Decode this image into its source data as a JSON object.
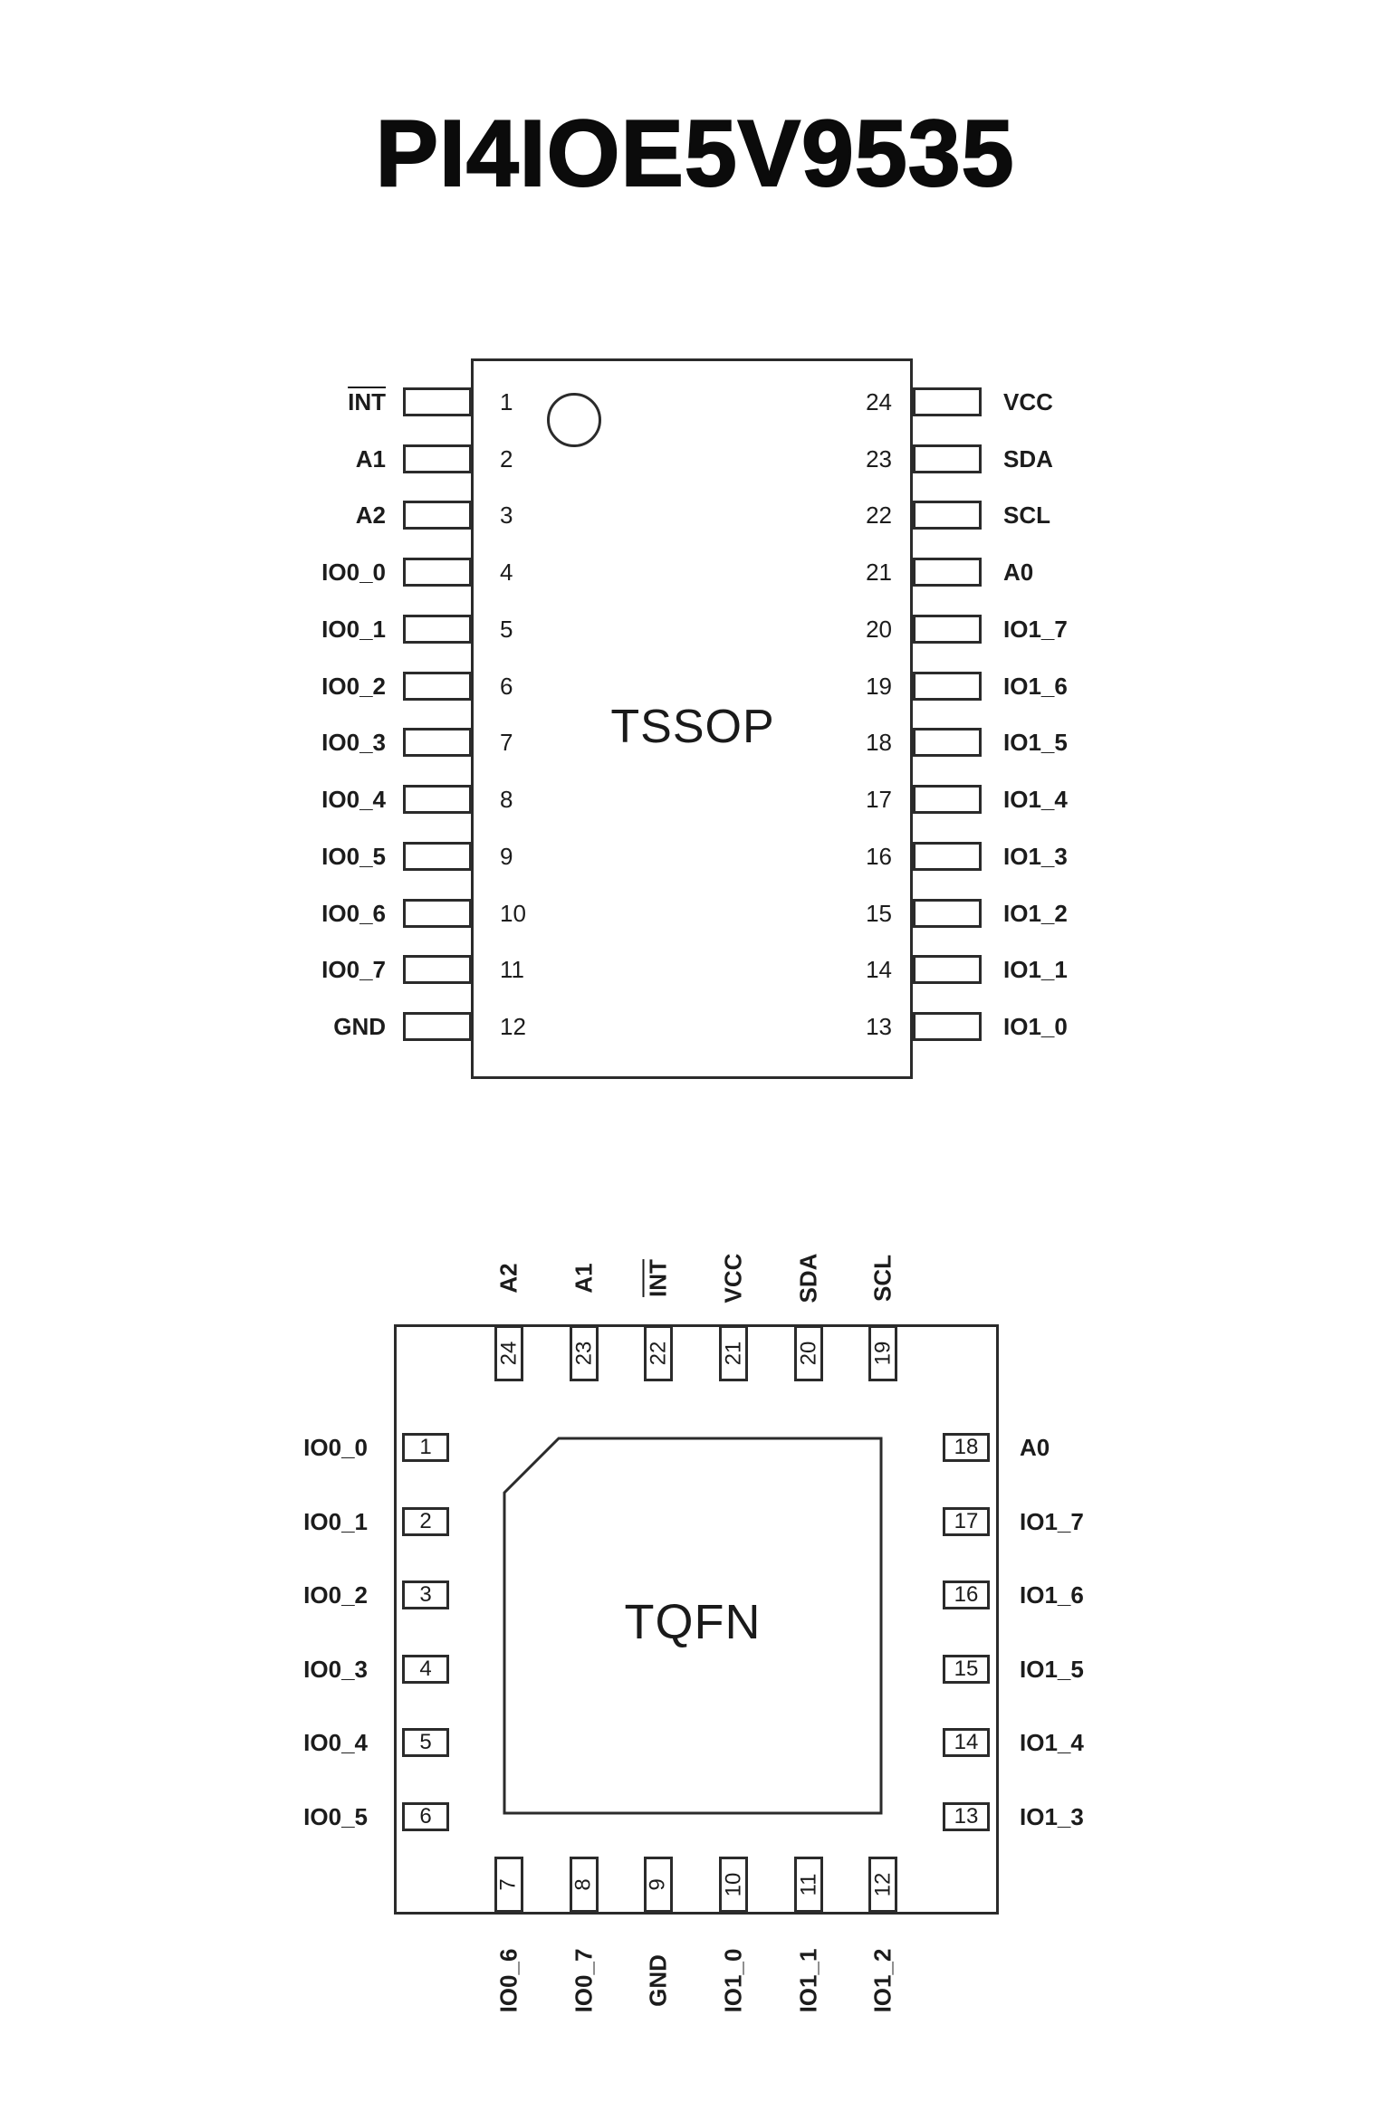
{
  "title": "PI4IOE5V9535",
  "colors": {
    "ink": "#1c1c1c",
    "line": "#2b2b2b",
    "background": "#ffffff"
  },
  "tssop": {
    "label": "TSSOP",
    "left_pins": [
      {
        "num": "1",
        "label": "INT",
        "overline": true
      },
      {
        "num": "2",
        "label": "A1",
        "overline": false
      },
      {
        "num": "3",
        "label": "A2",
        "overline": false
      },
      {
        "num": "4",
        "label": "IO0_0",
        "overline": false
      },
      {
        "num": "5",
        "label": "IO0_1",
        "overline": false
      },
      {
        "num": "6",
        "label": "IO0_2",
        "overline": false
      },
      {
        "num": "7",
        "label": "IO0_3",
        "overline": false
      },
      {
        "num": "8",
        "label": "IO0_4",
        "overline": false
      },
      {
        "num": "9",
        "label": "IO0_5",
        "overline": false
      },
      {
        "num": "10",
        "label": "IO0_6",
        "overline": false
      },
      {
        "num": "11",
        "label": "IO0_7",
        "overline": false
      },
      {
        "num": "12",
        "label": "GND",
        "overline": false
      }
    ],
    "right_pins": [
      {
        "num": "24",
        "label": "VCC"
      },
      {
        "num": "23",
        "label": "SDA"
      },
      {
        "num": "22",
        "label": "SCL"
      },
      {
        "num": "21",
        "label": "A0"
      },
      {
        "num": "20",
        "label": "IO1_7"
      },
      {
        "num": "19",
        "label": "IO1_6"
      },
      {
        "num": "18",
        "label": "IO1_5"
      },
      {
        "num": "17",
        "label": "IO1_4"
      },
      {
        "num": "16",
        "label": "IO1_3"
      },
      {
        "num": "15",
        "label": "IO1_2"
      },
      {
        "num": "14",
        "label": "IO1_1"
      },
      {
        "num": "13",
        "label": "IO1_0"
      }
    ]
  },
  "tqfn": {
    "label": "TQFN",
    "top_pins": [
      {
        "num": "24",
        "label": "A2",
        "overline": false
      },
      {
        "num": "23",
        "label": "A1",
        "overline": false
      },
      {
        "num": "22",
        "label": "INT",
        "overline": true
      },
      {
        "num": "21",
        "label": "VCC",
        "overline": false
      },
      {
        "num": "20",
        "label": "SDA",
        "overline": false
      },
      {
        "num": "19",
        "label": "SCL",
        "overline": false
      }
    ],
    "left_pins": [
      {
        "num": "1",
        "label": "IO0_0"
      },
      {
        "num": "2",
        "label": "IO0_1"
      },
      {
        "num": "3",
        "label": "IO0_2"
      },
      {
        "num": "4",
        "label": "IO0_3"
      },
      {
        "num": "5",
        "label": "IO0_4"
      },
      {
        "num": "6",
        "label": "IO0_5"
      }
    ],
    "right_pins": [
      {
        "num": "18",
        "label": "A0"
      },
      {
        "num": "17",
        "label": "IO1_7"
      },
      {
        "num": "16",
        "label": "IO1_6"
      },
      {
        "num": "15",
        "label": "IO1_5"
      },
      {
        "num": "14",
        "label": "IO1_4"
      },
      {
        "num": "13",
        "label": "IO1_3"
      }
    ],
    "bottom_pins": [
      {
        "num": "7",
        "label": "IO0_6"
      },
      {
        "num": "8",
        "label": "IO0_7"
      },
      {
        "num": "9",
        "label": "GND"
      },
      {
        "num": "10",
        "label": "IO1_0"
      },
      {
        "num": "11",
        "label": "IO1_1"
      },
      {
        "num": "12",
        "label": "IO1_2"
      }
    ]
  }
}
